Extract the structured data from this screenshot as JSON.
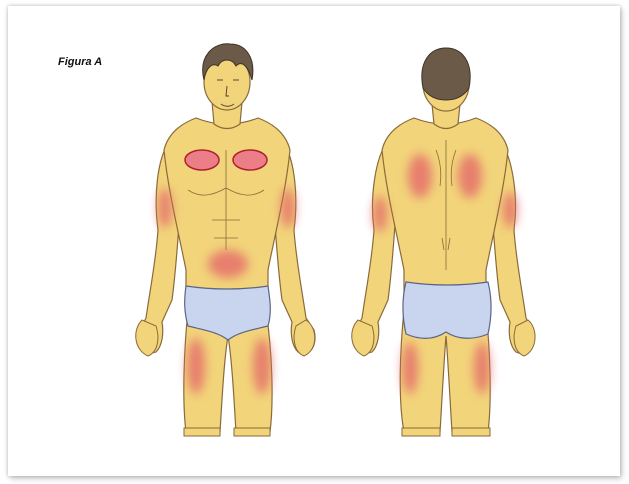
{
  "figure": {
    "caption": "Figura A"
  },
  "colors": {
    "skin": "#f2d47a",
    "skin_outline": "#8a6a3a",
    "shorts": "#c9d4ef",
    "hair": "#6b5a48",
    "injection_zone": "#e46a6a",
    "chest_marker_fill": "#ec7e88",
    "chest_marker_stroke": "#b02030"
  },
  "views": [
    "front",
    "back"
  ]
}
